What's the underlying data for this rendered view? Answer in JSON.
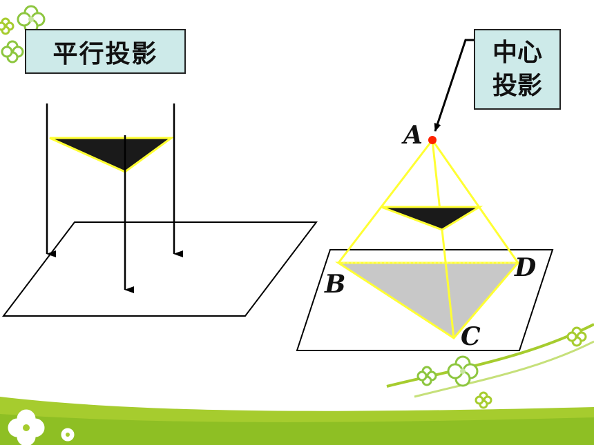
{
  "labels": {
    "parallel_projection": "平行投影",
    "central_projection_line1": "中心",
    "central_projection_line2": "投影",
    "point_a": "A",
    "point_b": "B",
    "point_c": "C",
    "point_d": "D"
  },
  "colors": {
    "title_box_fill": "#cdeae9",
    "projection_lines": "#ffff33",
    "light_source": "#ff2200",
    "shadow_fill": "#c8c8c8",
    "object_fill": "#1a1a1a",
    "ground_band": "#a6cc2e"
  }
}
